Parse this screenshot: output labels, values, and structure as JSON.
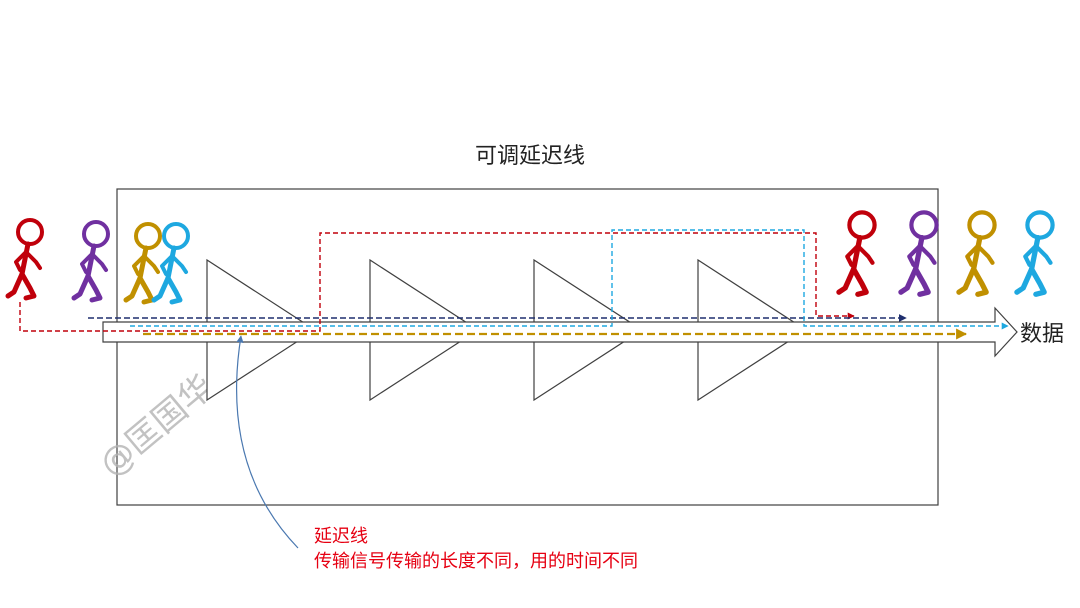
{
  "title": "可调延迟线",
  "data_label": "数据",
  "watermark": "@匡国华",
  "annotation": {
    "line1": "延迟线",
    "line2": "传输信号传输的长度不同，用的时间不同"
  },
  "colors": {
    "red": "#c0000b",
    "purple": "#7030a0",
    "gold": "#c09000",
    "cyan": "#1ea8e0",
    "navy": "#1f2f6e",
    "arrow_blue": "#4a78b0",
    "annotation_red": "#e60012",
    "box": "#404040"
  },
  "figures": {
    "left": [
      "red",
      "purple",
      "gold",
      "cyan"
    ],
    "right": [
      "red",
      "purple",
      "gold",
      "cyan"
    ]
  },
  "icons": {
    "buffer": "triangle-buffer-icon",
    "person": "walking-person-icon"
  }
}
